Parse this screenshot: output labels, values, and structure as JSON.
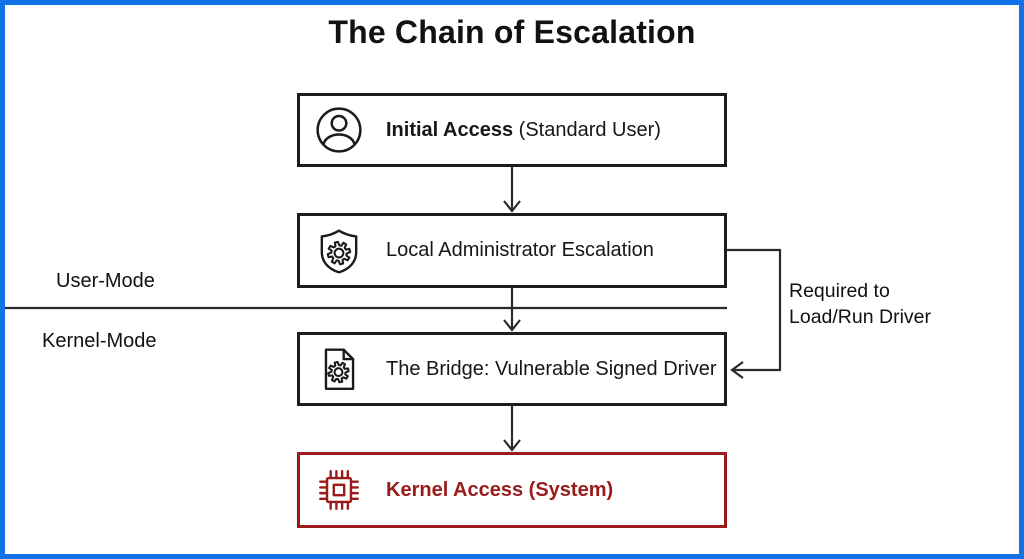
{
  "title": "The Chain of Escalation",
  "colors": {
    "frame_blue": "#1371e8",
    "ink": "#1c1c1c",
    "accent_red": "#991b1b",
    "wire": "#2a2a2a"
  },
  "mode_labels": {
    "user": "User-Mode",
    "kernel": "Kernel-Mode"
  },
  "bypass_label": {
    "line1": "Required to",
    "line2": "Load/Run Driver"
  },
  "boxes": [
    {
      "name": "initial-access",
      "icon": "user-icon",
      "bold": "Initial Access",
      "regular": " (Standard User)"
    },
    {
      "name": "local-admin-escalation",
      "icon": "shield-gear-icon",
      "bold": "",
      "regular": "Local Administrator Escalation"
    },
    {
      "name": "vulnerable-signed-driver",
      "icon": "document-gear-icon",
      "bold": "",
      "regular": "The Bridge: Vulnerable Signed Driver"
    },
    {
      "name": "kernel-access",
      "icon": "chip-icon",
      "bold": "Kernel Access (System)",
      "regular": ""
    }
  ]
}
